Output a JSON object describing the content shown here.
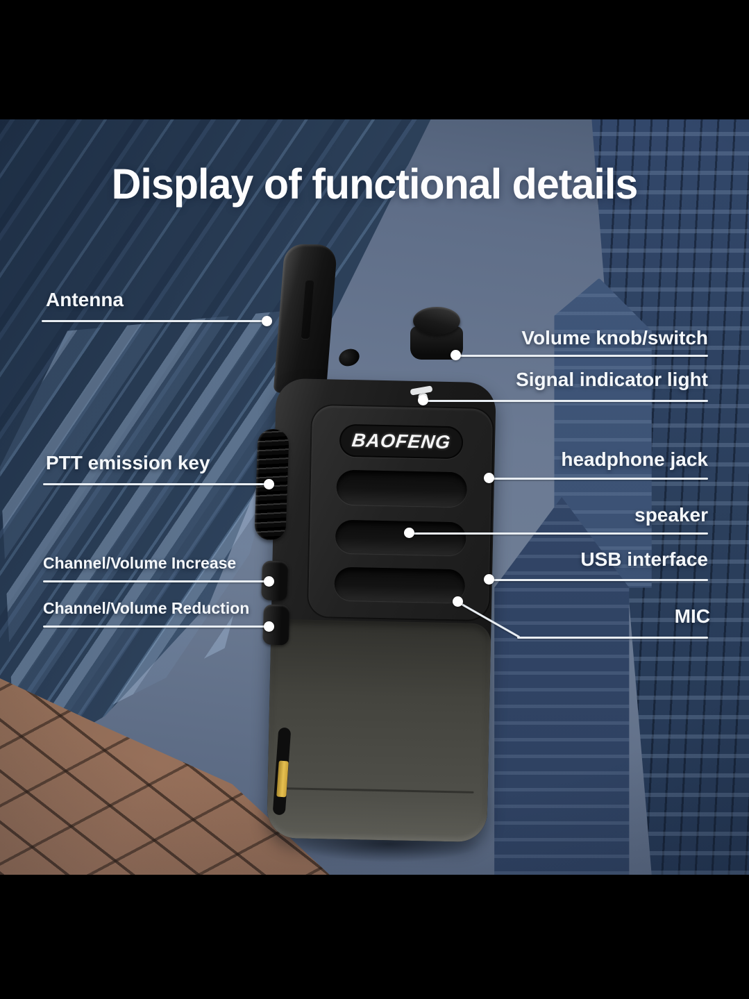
{
  "title": "Display of functional details",
  "device": {
    "brand": "BAOFENG"
  },
  "callouts": {
    "left": [
      {
        "id": "antenna",
        "label": "Antenna"
      },
      {
        "id": "ptt",
        "label": "PTT emission key"
      },
      {
        "id": "channel-volume-increase",
        "label": "Channel/Volume Increase"
      },
      {
        "id": "channel-volume-reduction",
        "label": "Channel/Volume Reduction"
      }
    ],
    "right": [
      {
        "id": "volume-knob-switch",
        "label": "Volume knob/switch"
      },
      {
        "id": "signal-indicator-light",
        "label": "Signal indicator light"
      },
      {
        "id": "headphone-jack",
        "label": "headphone jack"
      },
      {
        "id": "speaker",
        "label": "speaker"
      },
      {
        "id": "usb-interface",
        "label": "USB interface"
      },
      {
        "id": "mic",
        "label": "MIC"
      }
    ]
  },
  "colors": {
    "letterbox": "#000000",
    "background_blue": "#67768e",
    "callout_line": "#e9eef3",
    "label_text": "#f4f7fa",
    "title_text": "#fdfdfe",
    "device_body": "#1d1d1d",
    "device_lower_gray": "#4f4f49",
    "accent_yellow": "#e6c050"
  }
}
